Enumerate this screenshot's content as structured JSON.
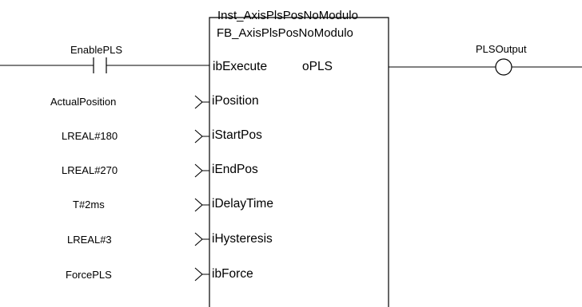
{
  "block": {
    "instance_name": "Inst_AxisPlsPosNoModulo",
    "type_name": "FB_AxisPlsPosNoModulo",
    "output_pin": "oPLS"
  },
  "contact": {
    "label": "EnablePLS",
    "pin": "ibExecute"
  },
  "coil": {
    "label": "PLSOutput"
  },
  "inputs": [
    {
      "variable": "ActualPosition",
      "pin": "iPosition"
    },
    {
      "variable": "LREAL#180",
      "pin": "iStartPos"
    },
    {
      "variable": "LREAL#270",
      "pin": "iEndPos"
    },
    {
      "variable": "T#2ms",
      "pin": "iDelayTime"
    },
    {
      "variable": "LREAL#3",
      "pin": "iHysteresis"
    },
    {
      "variable": "ForcePLS",
      "pin": "ibForce"
    }
  ]
}
